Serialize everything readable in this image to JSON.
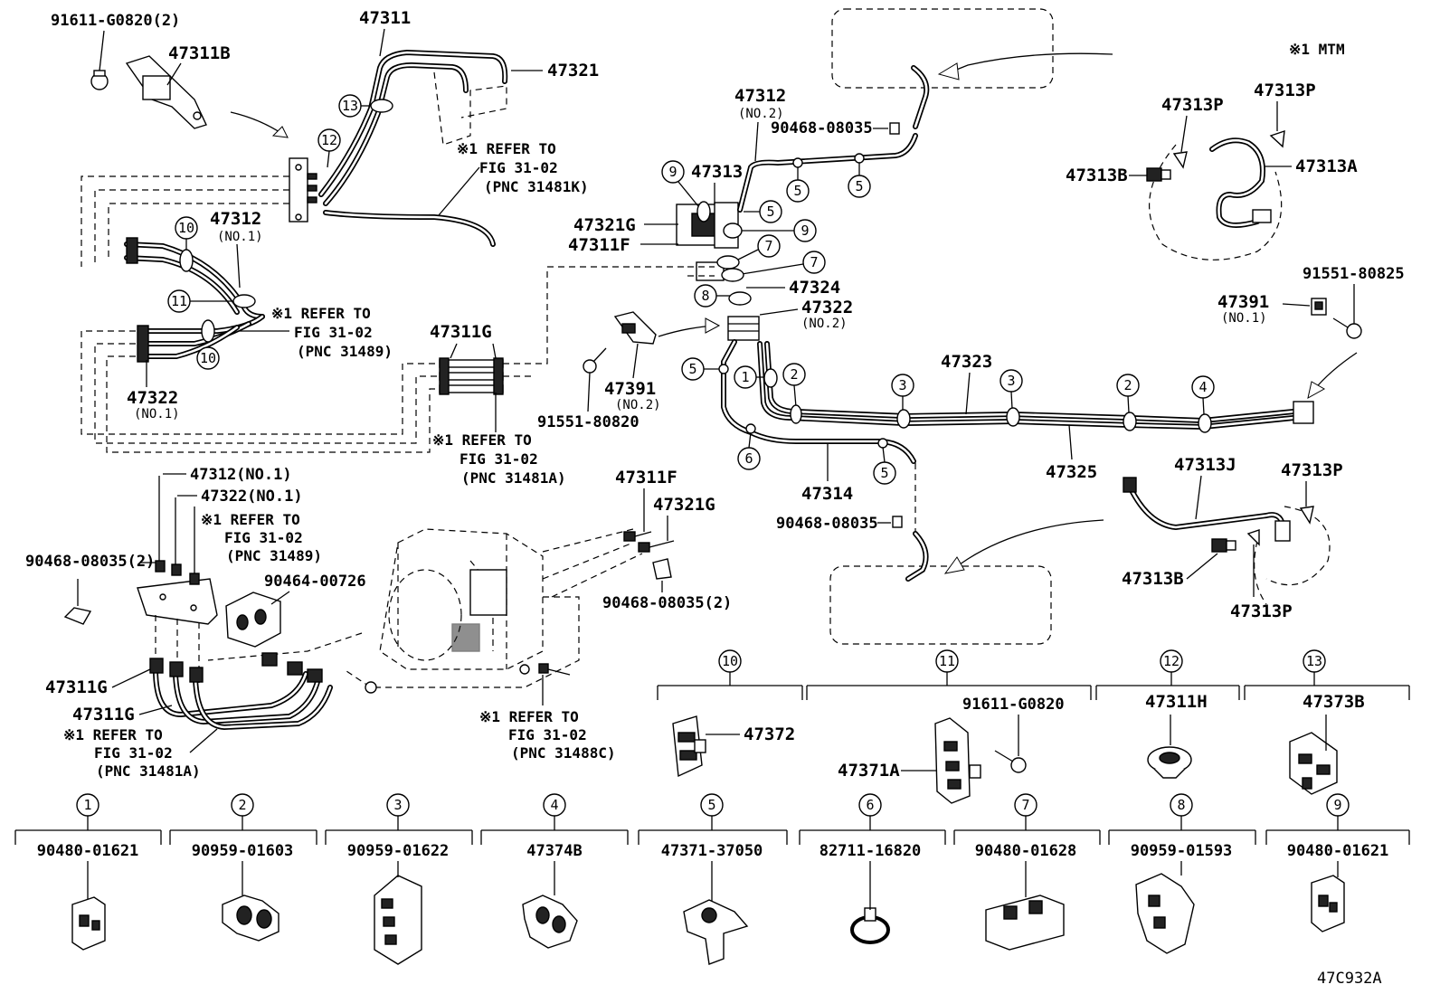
{
  "diagram_code": "47C932A",
  "legend_note": "※1 MTM",
  "refer_notes": {
    "line1": "※1 REFER TO",
    "line2": "FIG 31-02",
    "pnc_31481K": "(PNC 31481K)",
    "pnc_31489": "(PNC 31489)",
    "pnc_31481A": "(PNC 31481A)",
    "pnc_31488C": "(PNC 31488C)"
  },
  "part_labels": {
    "p_91611_G0820_2": "91611-G0820(2)",
    "p_47311B": "47311B",
    "p_47311": "47311",
    "p_47321": "47321",
    "p_47312_top": "47312",
    "p_47312_sub": "(NO.2)",
    "p_90468_08035_top": "90468-08035",
    "p_47313": "47313",
    "p_47321G": "47321G",
    "p_47311F": "47311F",
    "p_47312_no1": "47312",
    "p_no1": "(NO.1)",
    "p_47322_no1": "47322",
    "p_47311G": "47311G",
    "p_47324": "47324",
    "p_47322_no2": "47322",
    "p_no2": "(NO.2)",
    "p_47391_no2": "47391",
    "p_91551_80820": "91551-80820",
    "p_47323": "47323",
    "p_47325": "47325",
    "p_47314": "47314",
    "p_90468_08035_mid": "90468-08035",
    "p_47313P": "47313P",
    "p_47313B": "47313B",
    "p_47313A": "47313A",
    "p_91551_80825": "91551-80825",
    "p_47391_no1": "47391",
    "p_47313J": "47313J",
    "p_47312_no1_b": "47312(NO.1)",
    "p_47322_no1_b": "47322(NO.1)",
    "p_90468_08035_2": "90468-08035(2)",
    "p_90464_00726": "90464-00726",
    "p_47311F_b": "47311F",
    "p_47321G_b": "47321G",
    "p_90468_08035_2b": "90468-08035(2)",
    "p_47372": "47372",
    "p_91611_G0820": "91611-G0820",
    "p_47371A": "47371A",
    "p_47311H": "47311H",
    "p_47373B": "47373B"
  },
  "clip_table": [
    {
      "num": "1",
      "part": "90480-01621"
    },
    {
      "num": "2",
      "part": "90959-01603"
    },
    {
      "num": "3",
      "part": "90959-01622"
    },
    {
      "num": "4",
      "part": "47374B"
    },
    {
      "num": "5",
      "part": "47371-37050"
    },
    {
      "num": "6",
      "part": "82711-16820"
    },
    {
      "num": "7",
      "part": "90480-01628"
    },
    {
      "num": "8",
      "part": "90959-01593"
    },
    {
      "num": "9",
      "part": "90480-01621"
    }
  ],
  "clip_header": [
    {
      "num": "10"
    },
    {
      "num": "11"
    },
    {
      "num": "12"
    },
    {
      "num": "13"
    }
  ],
  "callouts": {
    "c1": "1",
    "c2": "2",
    "c3": "3",
    "c4": "4",
    "c5": "5",
    "c6": "6",
    "c7": "7",
    "c8": "8",
    "c9": "9",
    "c10": "10",
    "c11": "11",
    "c12": "12",
    "c13": "13"
  }
}
